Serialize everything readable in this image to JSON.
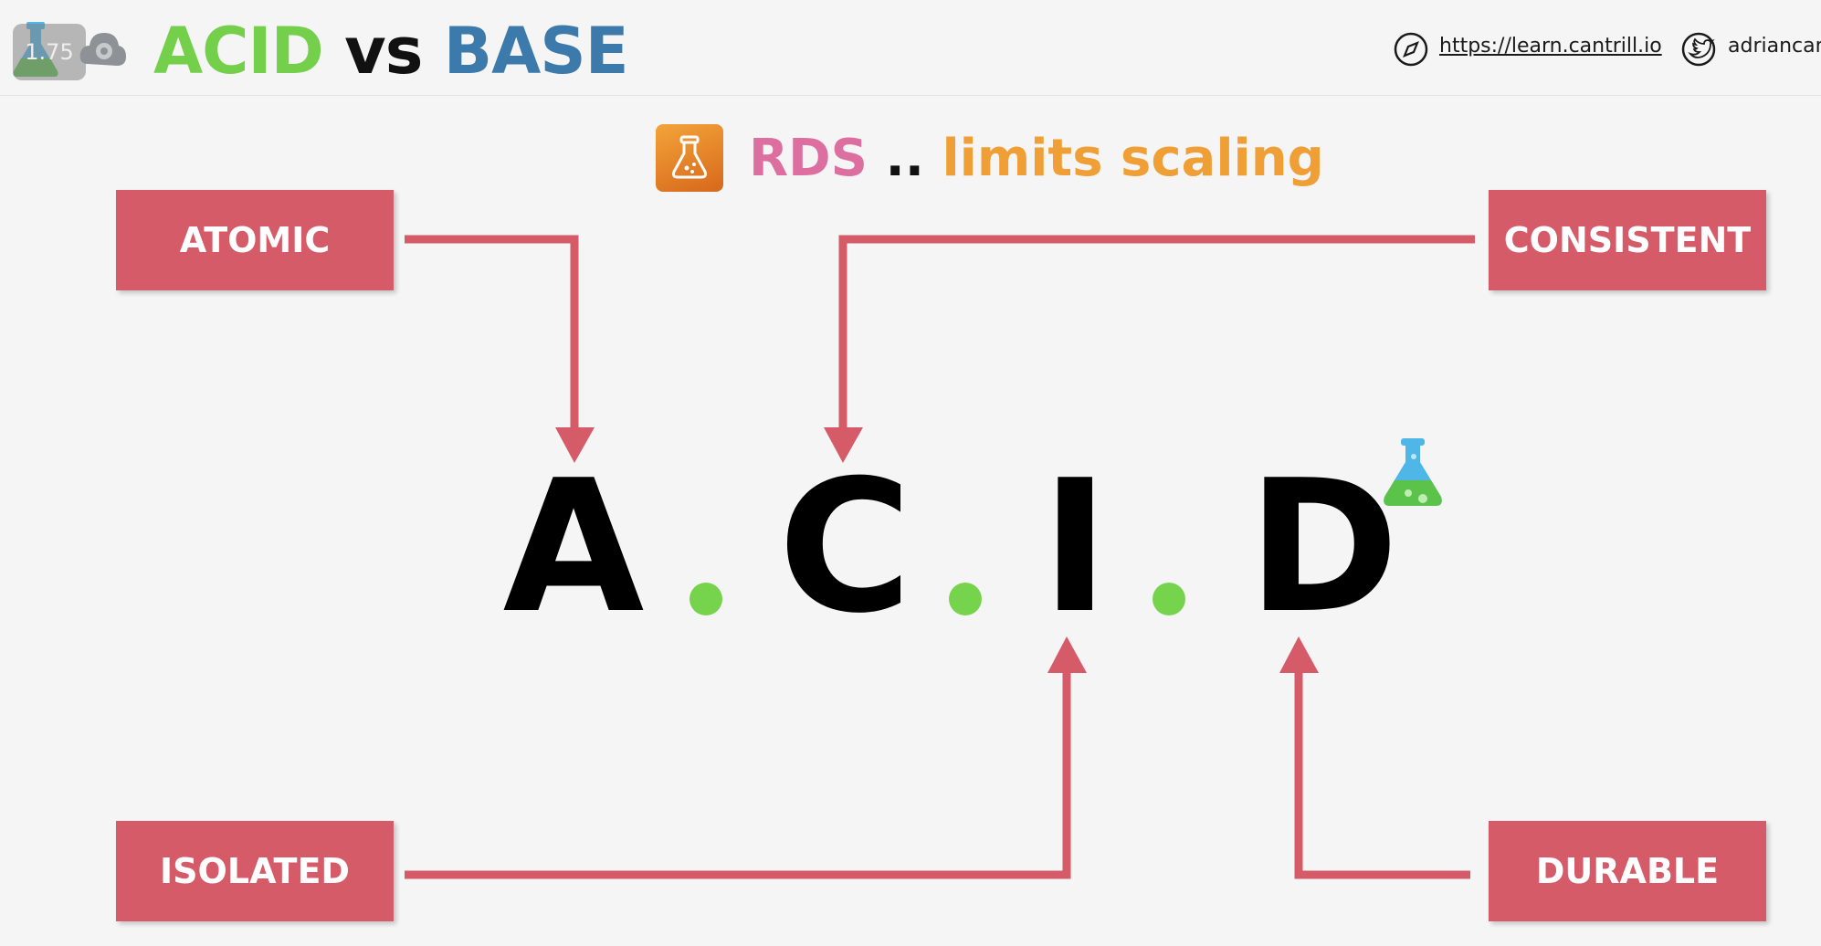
{
  "header": {
    "speed": "1.75",
    "title_acid": "ACID",
    "title_vs": "vs",
    "title_base": "BASE",
    "link_url": "https://learn.cantrill.io",
    "twitter_handle": "adriancant"
  },
  "subtitle": {
    "service": "RDS",
    "separator": "..",
    "note": "limits scaling"
  },
  "boxes": {
    "atomic": "ATOMIC",
    "consistent": "CONSISTENT",
    "isolated": "ISOLATED",
    "durable": "DURABLE"
  },
  "letters": {
    "a": "A",
    "c": "C",
    "i": "I",
    "d": "D"
  },
  "icons": {
    "logo": "flask-icon",
    "cloud": "cloud-gear-icon",
    "link": "compass-icon",
    "twitter": "twitter-icon",
    "rds": "rds-flask-icon"
  },
  "colors": {
    "acid_green": "#74d04b",
    "base_blue": "#3c7aab",
    "box_red": "#d55b69",
    "rds_pink": "#dc6fa0",
    "limits_orange": "#ef9f35",
    "dot_green": "#76d34c"
  }
}
